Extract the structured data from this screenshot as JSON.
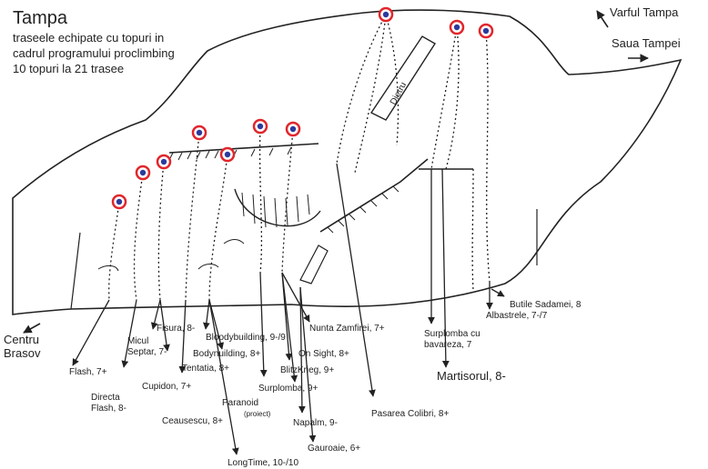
{
  "title": "Tampa",
  "subtitle_lines": [
    "traseele echipate cu topuri in",
    "cadrul programului proclimbing",
    "10 topuri la 21 trasee"
  ],
  "directions": {
    "summit": "Varful Tampa",
    "saddle": "Saua Tampei",
    "city": "Centru Brasov"
  },
  "features": {
    "block_label": "Dietru"
  },
  "routes": [
    "Flash, 7+",
    "Directa Flash, 8-",
    "Micul Septar, 7-",
    "Fisura, 8-",
    "Cupidon, 7+",
    "Tentatia, 8+",
    "Ceausescu, 8+",
    "Bloodybuilding, 9-/9",
    "Bodynuilding, 8+",
    "Paranoid",
    "(proiect)",
    "LongTime, 10-/10",
    "Nunta Zamfirei, 7+",
    "On Sight, 8+",
    "BlitzKrieg, 9+",
    "Surplomba, 9+",
    "Napalm, 9-",
    "Gauroaie, 6+",
    "Pasarea Colibri, 8+",
    "Surplomba cu bavareza, 7",
    "Martisorul, 8-",
    "Butile Sadamei, 8",
    "Albastrele, 7-/7"
  ],
  "colors": {
    "line": "#222222",
    "top_ring": "#e0262b",
    "top_center": "#2b3a9c"
  },
  "icons": [
    "top-anchor-icon",
    "direction-arrow-icon"
  ]
}
